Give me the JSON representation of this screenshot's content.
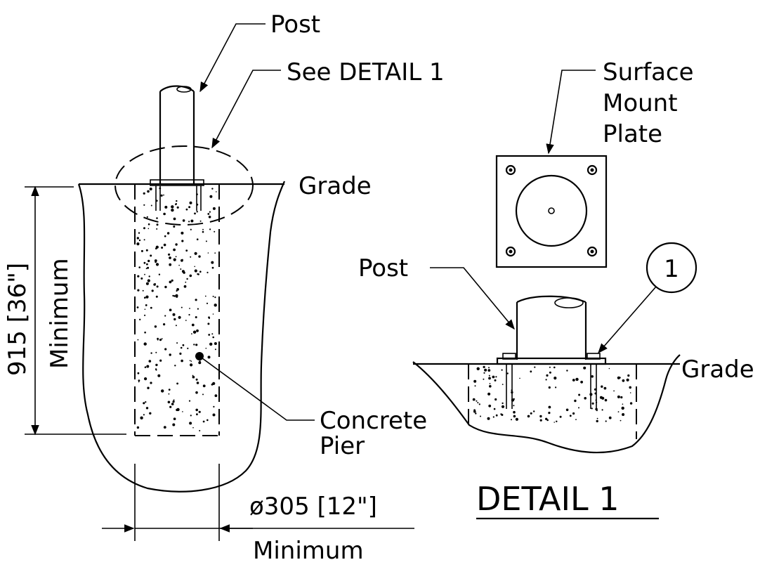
{
  "main_view": {
    "post_label": "Post",
    "see_detail_label": "See DETAIL 1",
    "grade_label": "Grade",
    "depth_dimension": "915 [36\"]",
    "depth_qualifier": "Minimum",
    "pier_label_line1": "Concrete",
    "pier_label_line2": "Pier",
    "diameter_dimension": "ø305 [12\"]",
    "diameter_qualifier": "Minimum"
  },
  "detail_1": {
    "plate_label_line1": "Surface",
    "plate_label_line2": "Mount",
    "plate_label_line3": "Plate",
    "post_label": "Post",
    "callout_number": "1",
    "grade_label": "Grade",
    "title": "DETAIL 1"
  }
}
